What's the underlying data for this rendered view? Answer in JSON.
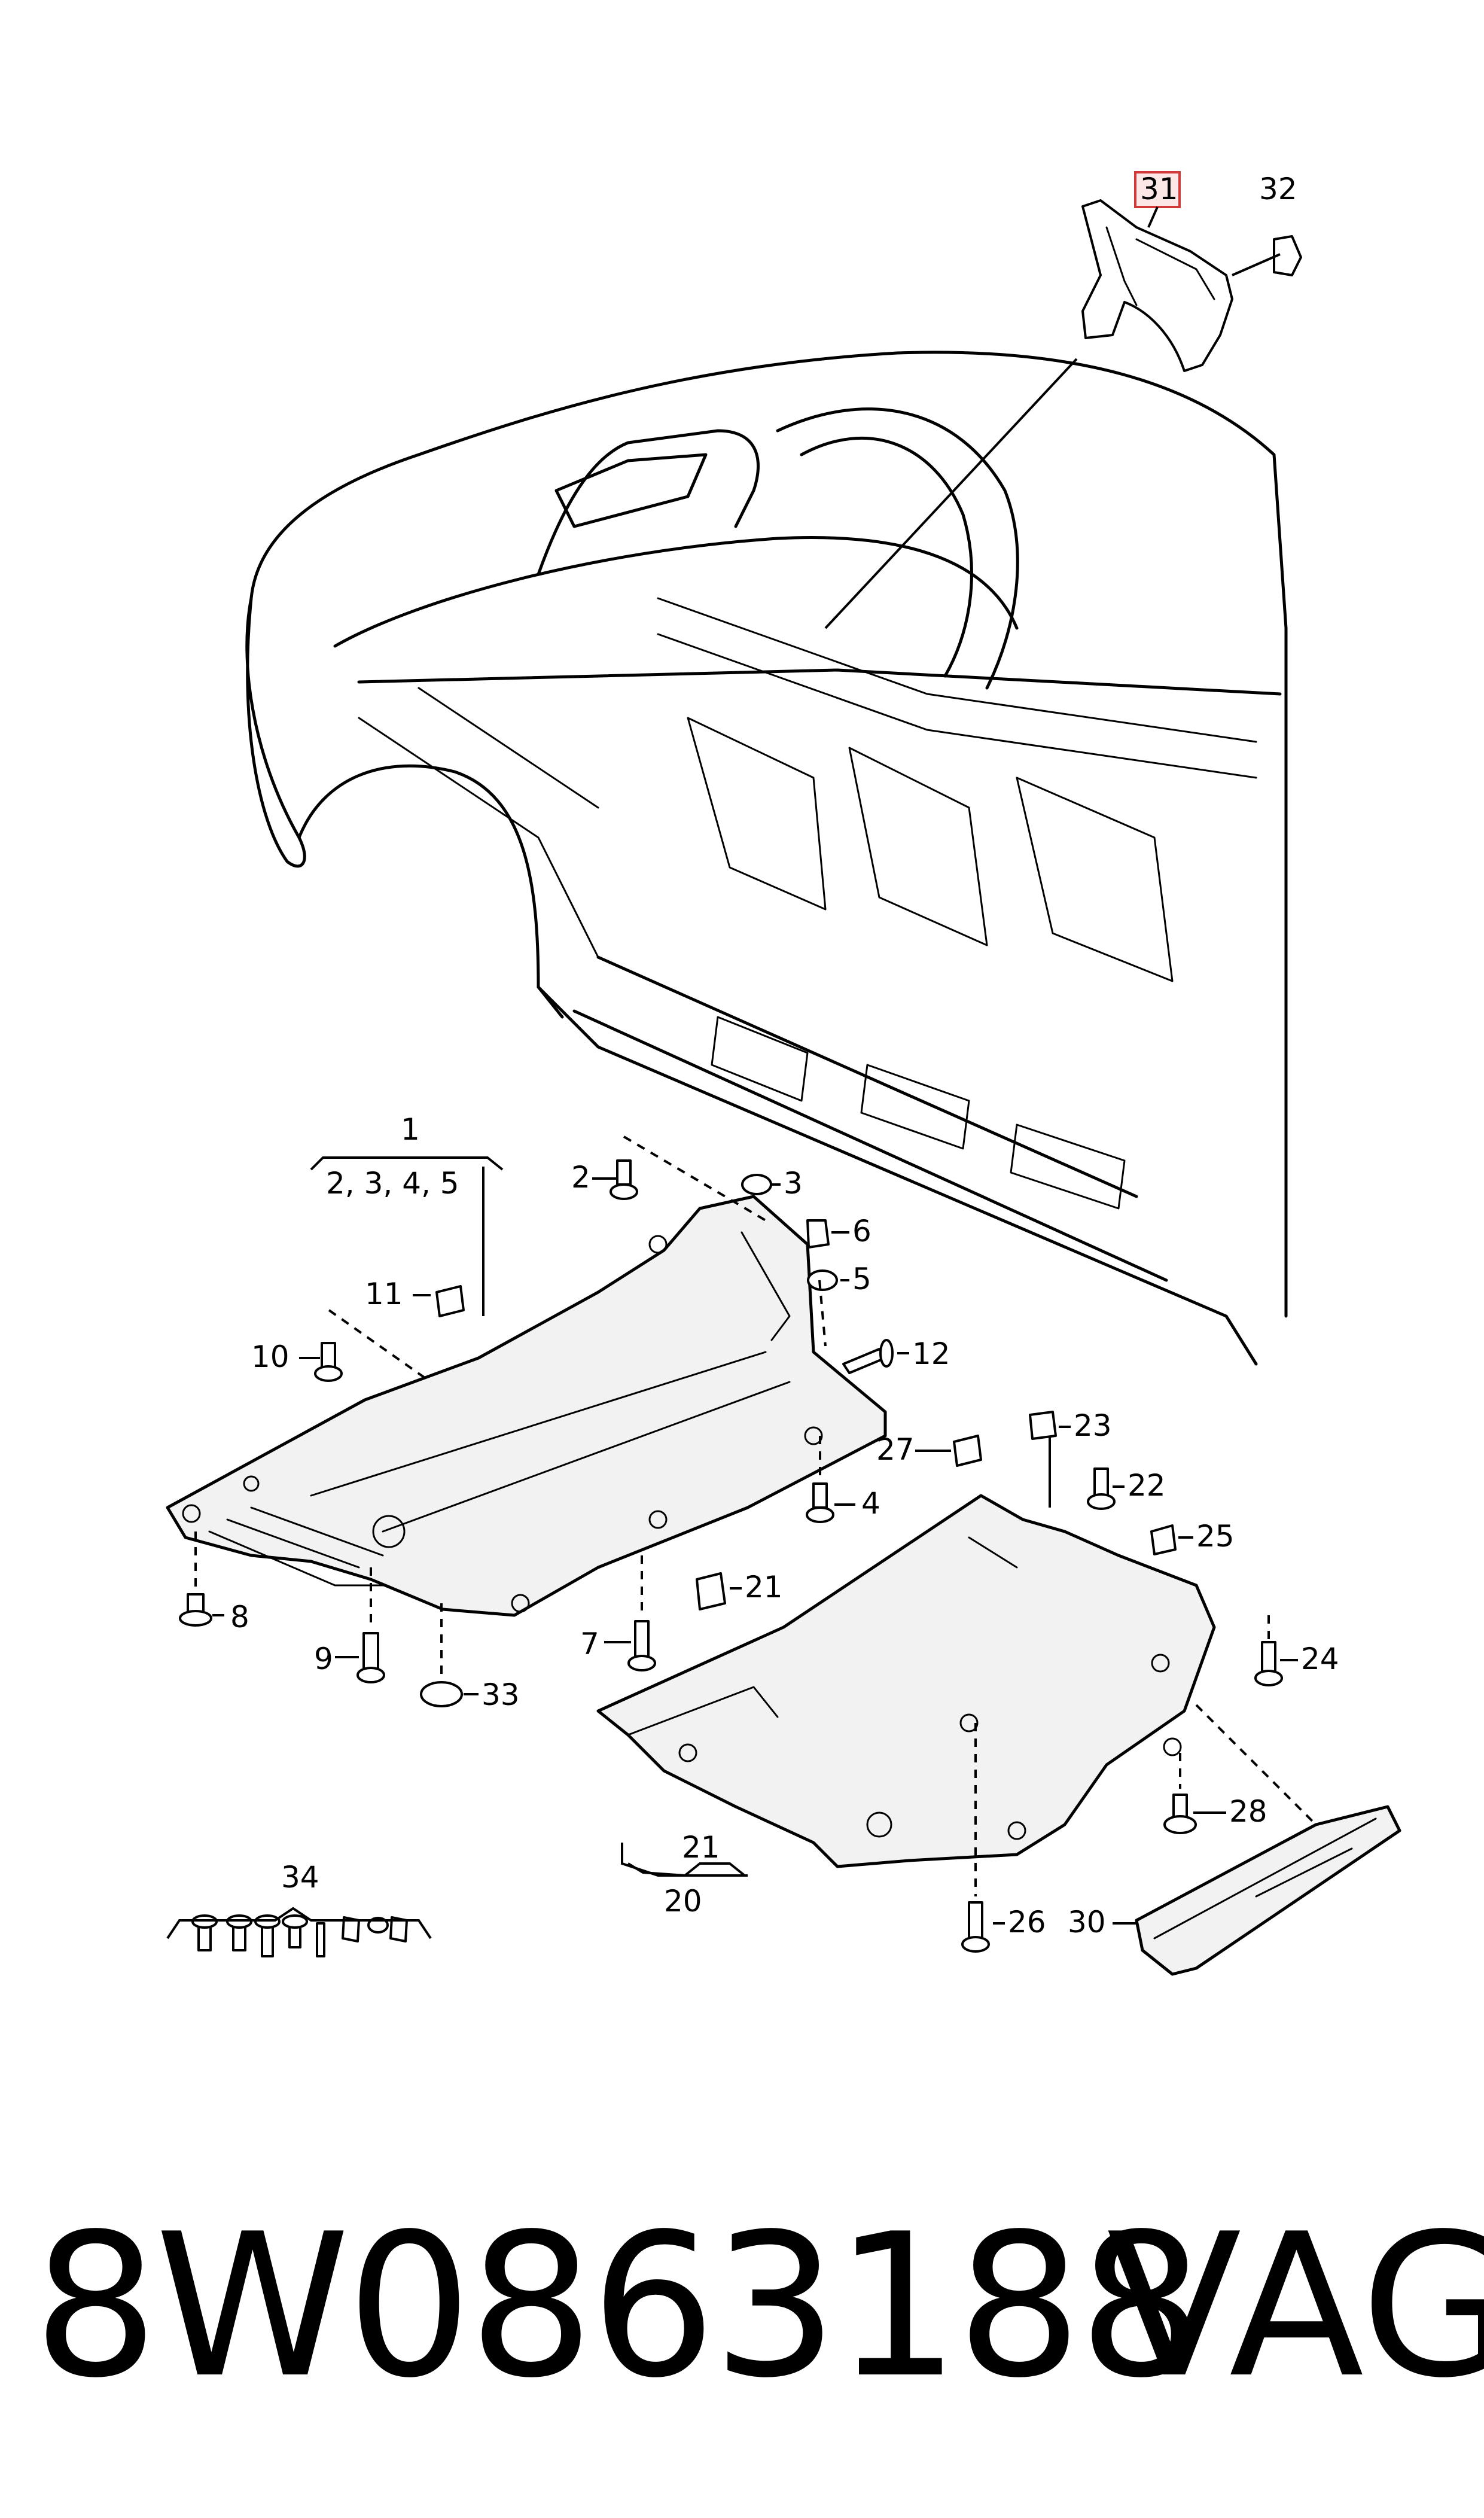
{
  "labels": {
    "l1": "1",
    "l1_sub": "2, 3, 4, 5",
    "l2": "2",
    "l3": "3",
    "l4": "4",
    "l5": "5",
    "l6": "6",
    "l7": "7",
    "l8": "8",
    "l9": "9",
    "l10": "10",
    "l11": "11",
    "l12": "12",
    "l20": "20",
    "l21a": "21",
    "l21b": "21",
    "l22": "22",
    "l23": "23",
    "l24": "24",
    "l25": "25",
    "l26": "26",
    "l27": "27",
    "l28": "28",
    "l30": "30",
    "l31": "31",
    "l32": "32",
    "l33": "33",
    "l34": "34"
  },
  "footer": {
    "part_number": "8W0863188",
    "brand": "VAG"
  },
  "colors": {
    "highlight_border": "#d23a3a",
    "highlight_fill": "#fde6e6",
    "panel_fill": "#f2f2f2"
  }
}
